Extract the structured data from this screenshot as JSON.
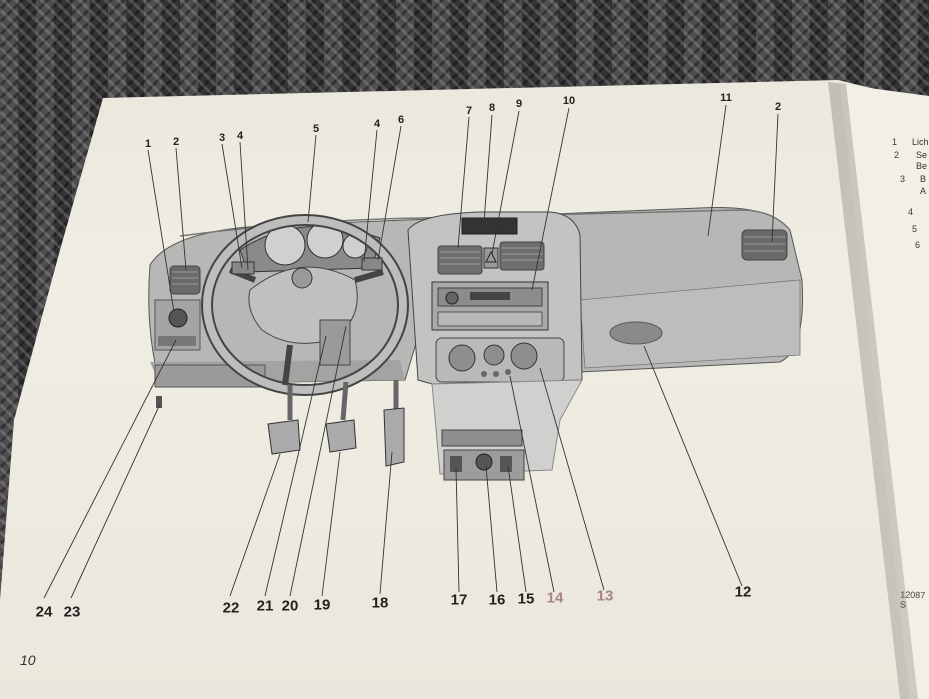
{
  "page_number": "10",
  "reference_code": "12087 S",
  "top_callouts": [
    {
      "label": "1"
    },
    {
      "label": "2"
    },
    {
      "label": "3"
    },
    {
      "label": "4"
    },
    {
      "label": "5"
    },
    {
      "label": "4"
    },
    {
      "label": "6"
    },
    {
      "label": "7"
    },
    {
      "label": "8"
    },
    {
      "label": "9"
    },
    {
      "label": "10"
    },
    {
      "label": "11"
    },
    {
      "label": "2"
    }
  ],
  "bottom_callouts": [
    {
      "label": "24"
    },
    {
      "label": "23"
    },
    {
      "label": "22"
    },
    {
      "label": "21"
    },
    {
      "label": "20"
    },
    {
      "label": "19"
    },
    {
      "label": "18"
    },
    {
      "label": "17"
    },
    {
      "label": "16"
    },
    {
      "label": "15"
    },
    {
      "label": "14"
    },
    {
      "label": "13"
    },
    {
      "label": "12"
    }
  ],
  "right_page_legend": [
    {
      "number": "1",
      "text": "Lich"
    },
    {
      "number": "2",
      "text": "Se"
    },
    {
      "number": "",
      "text": "Be"
    },
    {
      "number": "3",
      "text": "B"
    },
    {
      "number": "",
      "text": "A"
    },
    {
      "number": "4",
      "text": ""
    },
    {
      "number": "5",
      "text": ""
    },
    {
      "number": "6",
      "text": ""
    }
  ],
  "colors": {
    "dashboard": "#b5b5b3",
    "dashboard_dark": "#8f8f8d",
    "line": "#3a3a3a",
    "faded_label": "#a7838c"
  }
}
